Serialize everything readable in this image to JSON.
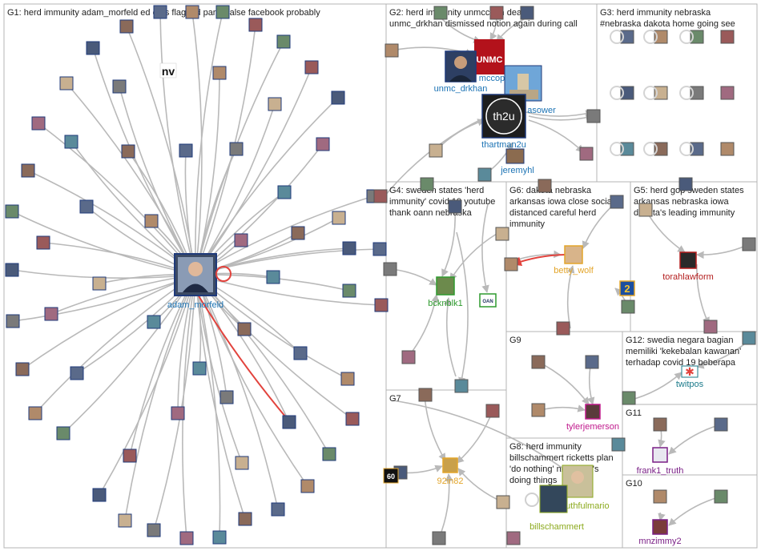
{
  "colors": {
    "background": "#ffffff",
    "group_border": "#b4b4b4",
    "edge": "#b9b9b9",
    "edge_highlight": "#e2433d",
    "label_blue": "#1c73b4",
    "label_green": "#2e9a2e",
    "label_orange": "#e3a52a",
    "label_red": "#b31d1d",
    "label_magenta": "#c0198c",
    "label_purple": "#7a1f86",
    "label_teal": "#1a7a8a",
    "label_olive": "#8caa1e"
  },
  "groups": [
    {
      "id": "G1",
      "label": "G1: herd immunity adam_morfeld ed gets flagged partly false facebook probably"
    },
    {
      "id": "G2",
      "label": "G2: herd immunity unmccoph dean",
      "label2": "unmc_drkhan dismissed notion again during call"
    },
    {
      "id": "G3",
      "label": "G3: herd immunity nebraska",
      "label2": "#nebraska dakota home going see"
    },
    {
      "id": "G4",
      "label": "G4: sweden states 'herd",
      "label2": "immunity' covid 19 youtube",
      "label3": "thank oann nebraska"
    },
    {
      "id": "G5",
      "label": "G5: herd gop sweden states",
      "label2": "arkansas nebraska iowa",
      "label3": "dakota's leading immunity"
    },
    {
      "id": "G6",
      "label": "G6: dakota nebraska",
      "label2": "arkansas iowa close social",
      "label3": "distanced careful herd",
      "label4": "immunity"
    },
    {
      "id": "G7",
      "label": "G7"
    },
    {
      "id": "G8",
      "label": "G8: herd immunity",
      "label2": "billschammert ricketts plan",
      "label3": "'do nothing' nebraska's",
      "label4": "doing things"
    },
    {
      "id": "G9",
      "label": "G9"
    },
    {
      "id": "G10",
      "label": "G10"
    },
    {
      "id": "G11",
      "label": "G11"
    },
    {
      "id": "G12",
      "label": "G12: swedia negara bagian",
      "label2": "memiliki 'kekebalan kawanan'",
      "label3": "terhadap covid 19 beberapa"
    }
  ],
  "nodes": {
    "adam_morfeld": "adam_morfeld",
    "unmc_drkhan": "unmc_drkhan",
    "unmccoph": "mccop",
    "asower": "asower",
    "thartman2u": "thartman2u",
    "th2u_avatar": "th2u",
    "jeremyhl": "jeremyhl",
    "unmc_logo": "UNMC",
    "bcknblk1": "bcknblk1",
    "betty_wolf": "betty_wolf",
    "torahlawform": "torahlawform",
    "twitpos": "twitpos",
    "tylerjemerson": "tylerjemerson",
    "in82": "92in82",
    "truthfulmario": "truthfulmario",
    "billschammert": "billschammert",
    "frank1_truth": "frank1_truth",
    "mnzimmy2": "mnzimmy2",
    "nv_logo": "nv",
    "badge_60": "60",
    "badge_2": "2",
    "badge_oan": "OAN"
  }
}
